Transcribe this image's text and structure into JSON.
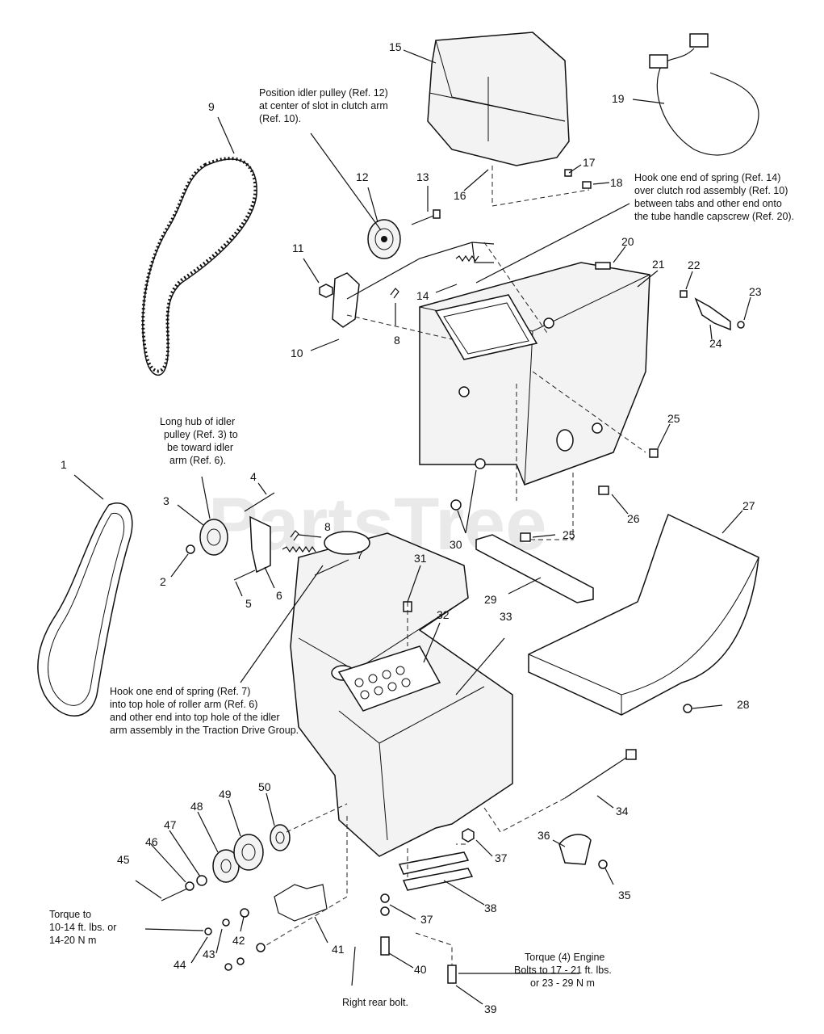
{
  "watermark": "PartsTree",
  "notes": {
    "idler_pos": [
      "Position idler pulley (Ref. 12)",
      "at center of slot in clutch arm",
      "(Ref. 10)."
    ],
    "spring14": [
      "Hook one end of spring (Ref. 14)",
      "over clutch rod assembly (Ref. 10)",
      "between tabs and other end onto",
      "the tube handle capscrew (Ref. 20)."
    ],
    "long_hub": [
      "Long hub of idler",
      "pulley (Ref. 3) to",
      "be toward idler",
      "arm (Ref. 6)."
    ],
    "spring7": [
      "Hook one end of spring (Ref. 7)",
      "into top hole of roller arm (Ref. 6)",
      "and other end into top hole of the idler",
      "arm assembly in the Traction Drive Group."
    ],
    "torque": [
      "Torque to",
      "10-14 ft. lbs. or",
      "14-20 N m"
    ],
    "engine_bolts": [
      "Torque (4) Engine",
      "Bolts to 17 - 21 ft. lbs.",
      "or 23 - 29 N m"
    ],
    "right_rear": "Right rear bolt."
  },
  "callouts": {
    "c1": "1",
    "c2": "2",
    "c3": "3",
    "c4": "4",
    "c5": "5",
    "c6": "6",
    "c7": "7",
    "c8a": "8",
    "c8b": "8",
    "c9": "9",
    "c10": "10",
    "c11": "11",
    "c12": "12",
    "c13": "13",
    "c14": "14",
    "c15": "15",
    "c16": "16",
    "c17": "17",
    "c18": "18",
    "c19": "19",
    "c20": "20",
    "c21": "21",
    "c22": "22",
    "c23": "23",
    "c24": "24",
    "c25a": "25",
    "c25b": "25",
    "c26": "26",
    "c27": "27",
    "c28": "28",
    "c29": "29",
    "c30": "30",
    "c31": "31",
    "c32": "32",
    "c33": "33",
    "c34": "34",
    "c35": "35",
    "c36": "36",
    "c37a": "37",
    "c37b": "37",
    "c38": "38",
    "c39": "39",
    "c40": "40",
    "c41": "41",
    "c42": "42",
    "c43": "43",
    "c44": "44",
    "c45": "45",
    "c46": "46",
    "c47": "47",
    "c48": "48",
    "c49": "49",
    "c50": "50"
  }
}
